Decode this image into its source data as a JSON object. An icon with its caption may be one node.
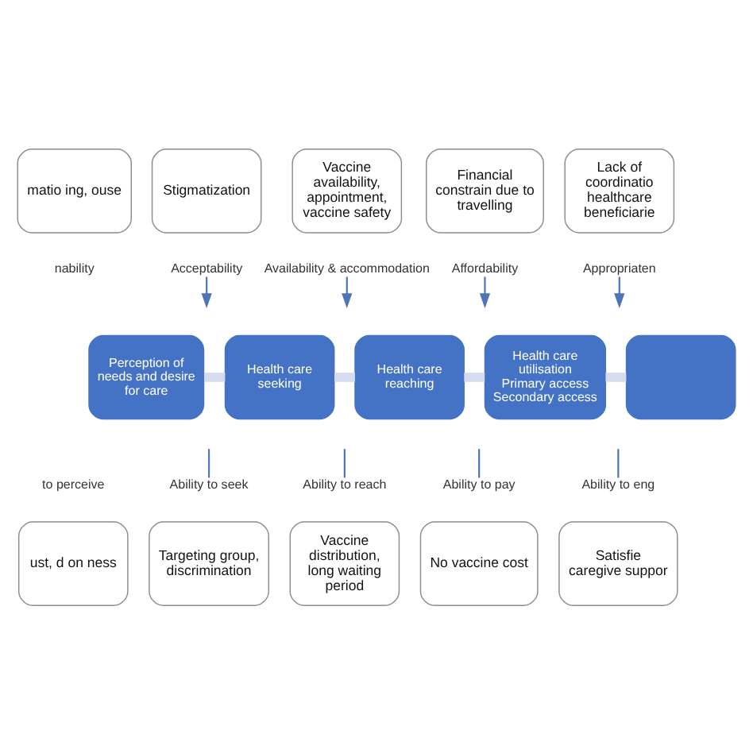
{
  "diagram": {
    "nodes": [
      {
        "text": [
          "matio ing, ouse"
        ]
      },
      {
        "text": [
          "Stigmatization"
        ]
      },
      {
        "text": [
          "Vaccine availability, appointment, vaccine safety"
        ]
      },
      {
        "text": [
          "Financial constrain due to travelling"
        ]
      },
      {
        "text": [
          "Lack of coordinatio healthcare beneficiarie"
        ]
      },
      {
        "text": [
          "nability"
        ]
      },
      {
        "text": [
          "Acceptability"
        ]
      },
      {
        "text": [
          "Availability & accommodation"
        ]
      },
      {
        "text": [
          "Affordability"
        ]
      },
      {
        "text": [
          "Appropriaten"
        ]
      },
      {
        "text": [
          "Perception of needs and desire for care"
        ]
      },
      {
        "text": [
          "Health care seeking"
        ]
      },
      {
        "text": [
          "Health care reaching"
        ]
      },
      {
        "text": [
          "Health care utilisation",
          "Primary access",
          "Secondary access"
        ]
      },
      {
        "text": [],
        "shape": "box"
      },
      {
        "text": [
          "to perceive"
        ]
      },
      {
        "text": [
          "Ability to seek"
        ]
      },
      {
        "text": [
          "Ability to reach"
        ]
      },
      {
        "text": [
          "Ability to pay"
        ]
      },
      {
        "text": [
          "Ability to eng"
        ]
      },
      {
        "text": [
          "ust, d on ness"
        ]
      },
      {
        "text": [
          "Targeting group, discrimination"
        ]
      },
      {
        "text": [
          "Vaccine distribution, long waiting period"
        ]
      },
      {
        "text": [
          "No vaccine cost"
        ]
      },
      {
        "text": [
          "Satisfie caregive suppor"
        ]
      }
    ],
    "edges": [
      {
        "from": 6,
        "to": null,
        "arrow": "to"
      },
      {
        "from": 7,
        "to": null,
        "arrow": "to"
      },
      {
        "from": 8,
        "to": null,
        "arrow": "to"
      },
      {
        "from": 9,
        "to": null,
        "arrow": "to"
      },
      {
        "from": 10,
        "to": 11,
        "arrow": "none",
        "style": "thick",
        "color": "#d6dcf0"
      },
      {
        "from": 11,
        "to": 12,
        "arrow": "none",
        "style": "thick",
        "color": "#d6dcf0"
      },
      {
        "from": 12,
        "to": 13,
        "arrow": "none",
        "style": "thick",
        "color": "#d6dcf0"
      },
      {
        "from": 13,
        "to": 14,
        "arrow": "none",
        "style": "thick",
        "color": "#d6dcf0"
      },
      {
        "from": null,
        "to": 16,
        "arrow": "none"
      },
      {
        "from": null,
        "to": 17,
        "arrow": "none"
      },
      {
        "from": null,
        "to": 18,
        "arrow": "none"
      },
      {
        "from": null,
        "to": 19,
        "arrow": "none"
      }
    ]
  }
}
